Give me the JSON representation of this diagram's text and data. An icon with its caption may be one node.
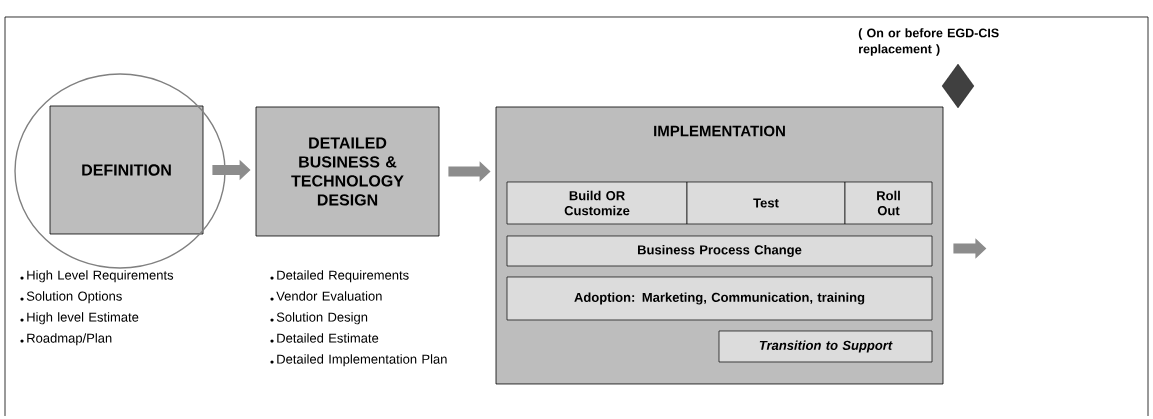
{
  "diagram": {
    "nodes": [
      {
        "text": [
          "DEFINITION"
        ],
        "beside": [
          "High Level Requirements",
          "Solution Options",
          "High level Estimate",
          "Roadmap/Plan"
        ]
      },
      {
        "text": [
          "DETAILED BUSINESS & TECHNOLOGY DESIGN"
        ],
        "beside": [
          "Detailed Requirements",
          "Vendor Evaluation",
          "Solution Design",
          "Detailed Estimate",
          "Detailed Implementation Plan"
        ]
      },
      {
        "text": [
          "IMPLEMENTATION"
        ]
      },
      {
        "text": [
          "Build OR Customize"
        ],
        "in": 2
      },
      {
        "text": [
          "Test"
        ],
        "in": 2
      },
      {
        "text": [
          "Roll Out"
        ],
        "in": 2
      },
      {
        "text": [
          "Business Process Change"
        ],
        "in": 2
      },
      {
        "text": [
          "Adoption: Marketing, Communication, training"
        ],
        "in": 2
      },
      {
        "text": [
          "Transition to Support"
        ],
        "in": 2
      },
      {
        "text": [],
        "shape": "diamond",
        "beside": [
          "( On or before EGD-CIS replacement )"
        ]
      }
    ],
    "edges": [
      {
        "from": 0,
        "to": 1,
        "arrow": "to"
      },
      {
        "from": 1,
        "to": 2,
        "arrow": "to"
      },
      {
        "from": 2,
        "to": null,
        "arrow": "to"
      }
    ]
  }
}
